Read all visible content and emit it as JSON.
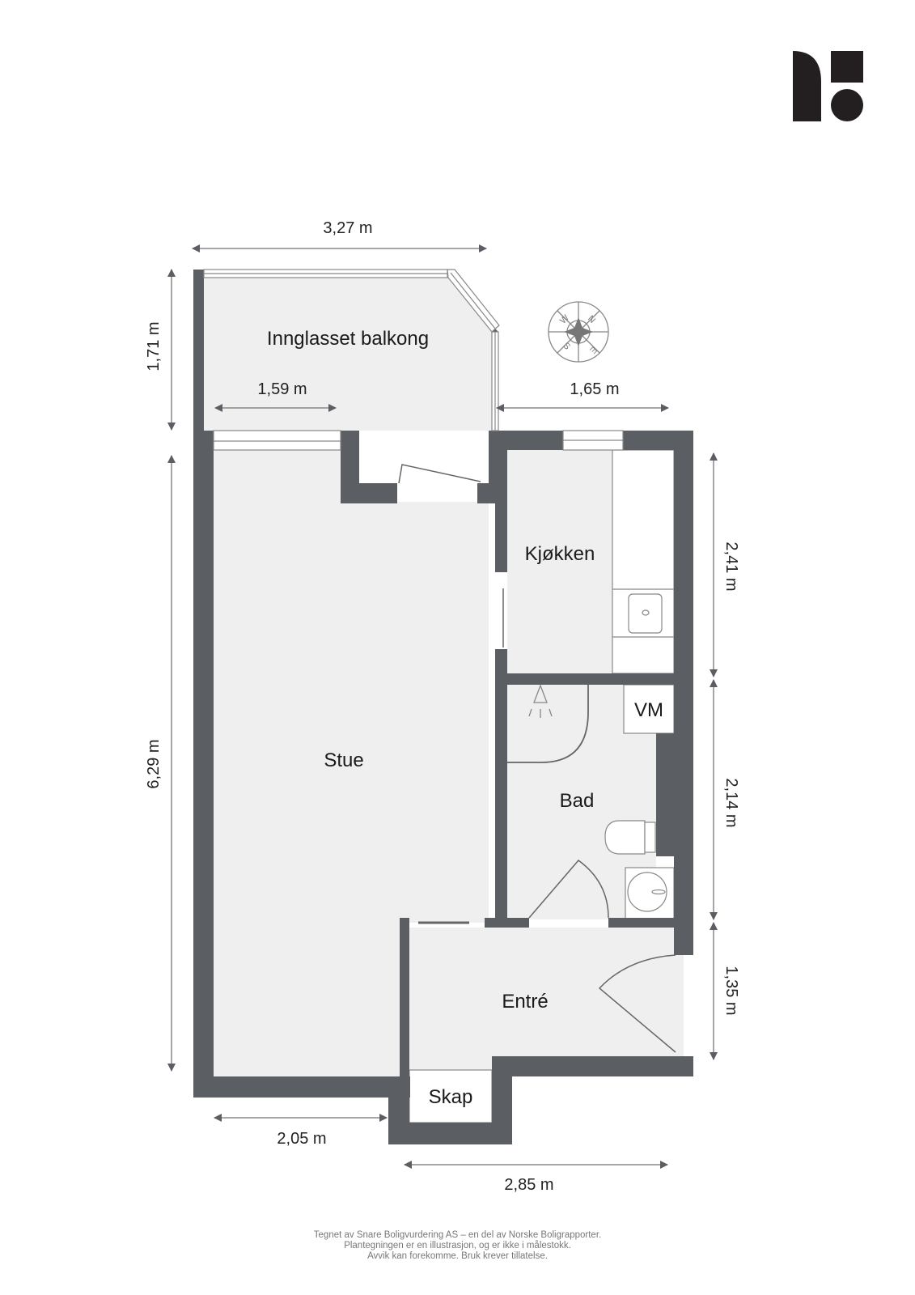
{
  "logo": {
    "icon": "norske-boligrapporter-logo",
    "color": "#231f20"
  },
  "compass": {
    "labels": [
      "N",
      "E",
      "S",
      "W"
    ]
  },
  "colors": {
    "wall": "#5b5e63",
    "floor": "#efefef",
    "fixture": "#ffffff",
    "line": "#888888"
  },
  "rooms": {
    "balcony": "Innglasset balkong",
    "kitchen": "Kjøkken",
    "living": "Stue",
    "bath": "Bad",
    "washer": "VM",
    "entry": "Entré",
    "closet": "Skap"
  },
  "dimensions": {
    "top_width": "3,27 m",
    "balcony_height": "1,71 m",
    "balcony_inner_width": "1,59 m",
    "right_upper_width": "1,65 m",
    "living_height": "6,29 m",
    "kitchen_height": "2,41 m",
    "bath_height": "2,14 m",
    "entry_height": "1,35 m",
    "bottom_left_width": "2,05 m",
    "bottom_right_width": "2,85 m"
  },
  "footer": {
    "line1": "Tegnet av Snare Boligvurdering AS – en del av Norske Boligrapporter.",
    "line2": "Plantegningen er en illustrasjon, og er ikke i målestokk.",
    "line3": "Avvik kan forekomme. Bruk krever tillatelse."
  }
}
